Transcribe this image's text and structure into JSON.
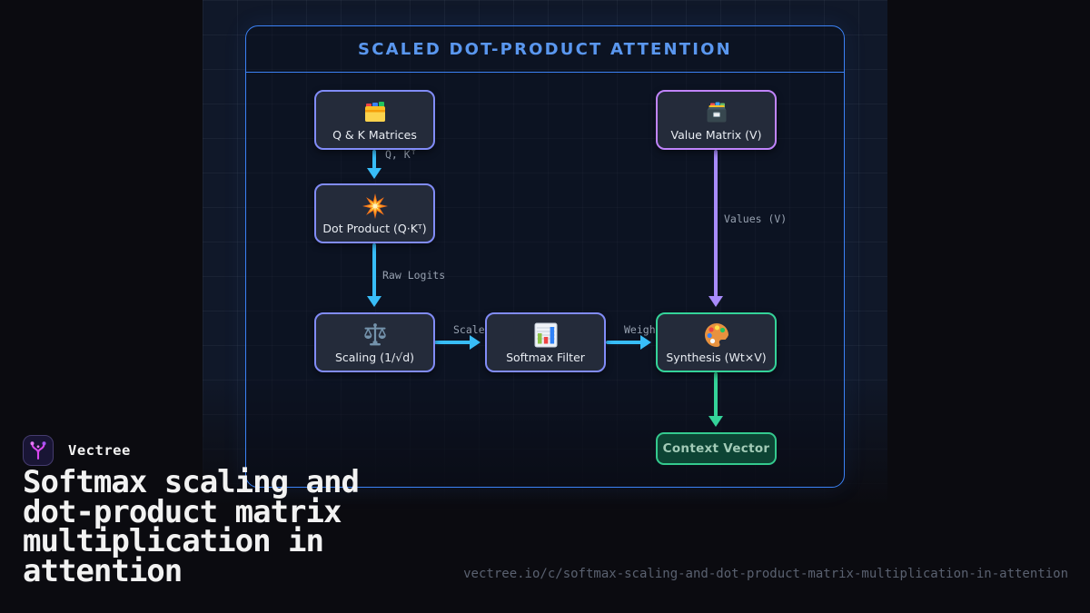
{
  "brand": {
    "logo": "vectree-logo-icon",
    "name": "Vectree",
    "title_lines": [
      "Softmax scaling and",
      "dot-product matrix",
      "multiplication in",
      "attention"
    ],
    "url": "vectree.io/c/softmax-scaling-and-dot-product-matrix-multiplication-in-attention"
  },
  "diagram": {
    "title": "SCALED DOT-PRODUCT ATTENTION",
    "nodes": {
      "qk": {
        "label": "Q & K Matrices",
        "icon": "card-index-dividers-icon",
        "accent": "#818cf8"
      },
      "value": {
        "label": "Value Matrix (V)",
        "icon": "card-file-box-icon",
        "accent": "#c084fc"
      },
      "dot": {
        "label": "Dot Product (Q·Kᵀ)",
        "icon": "collision-icon",
        "accent": "#818cf8"
      },
      "scaling": {
        "label": "Scaling (1/√d)",
        "icon": "balance-scale-icon",
        "accent": "#818cf8"
      },
      "softmax": {
        "label": "Softmax Filter",
        "icon": "bar-chart-icon",
        "accent": "#818cf8"
      },
      "synthesis": {
        "label": "Synthesis (Wt×V)",
        "icon": "artist-palette-icon",
        "accent": "#34d399"
      },
      "context": {
        "label": "Context Vector",
        "accent": "#34d399"
      }
    },
    "edges": {
      "qk_to_dot": {
        "label": "Q, Kᵀ",
        "color": "#38bdf8"
      },
      "dot_to_scaling": {
        "label": "Raw Logits",
        "color": "#38bdf8"
      },
      "scaling_to_softmax": {
        "label": "Scaled",
        "color": "#38bdf8"
      },
      "softmax_to_synthesis": {
        "label": "Weights",
        "color": "#38bdf8"
      },
      "value_to_synthesis": {
        "label": "Values (V)",
        "color": "#a78bfa"
      },
      "synthesis_to_context": {
        "label": "",
        "color": "#34d399"
      }
    },
    "colors": {
      "frame_border": "#3b82f6",
      "title": "#5a97ef",
      "node_background": "#242b3a",
      "context_background": "#0d4434",
      "edge_label": "#97a1b0",
      "backdrop": "#101829"
    }
  }
}
